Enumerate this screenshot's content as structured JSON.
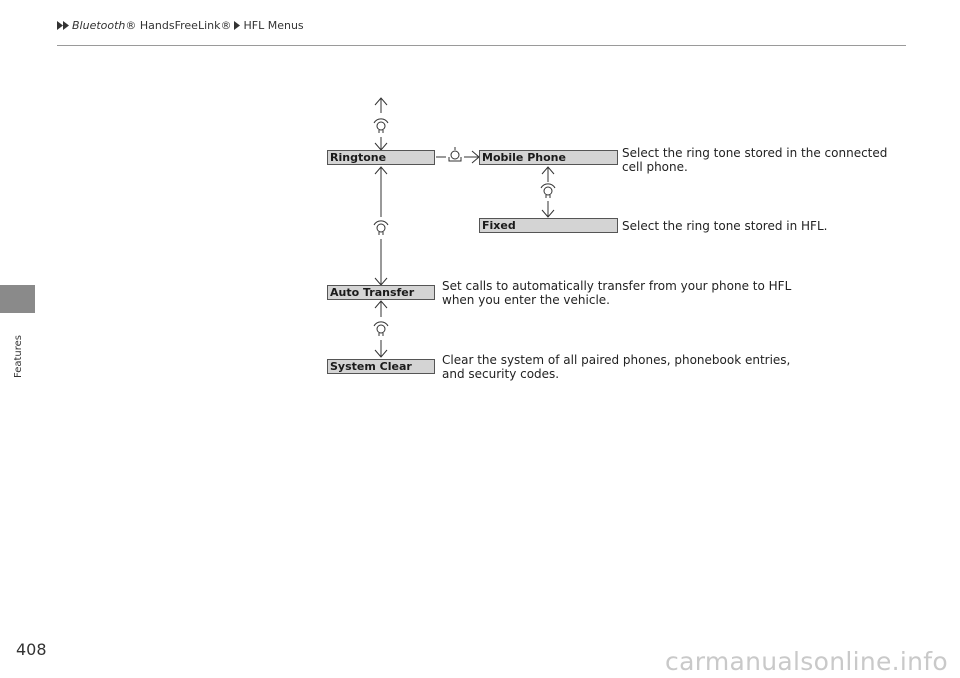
{
  "header": {
    "breadcrumb": [
      {
        "text": "Bluetooth",
        "suffix": "® HandsFreeLink®",
        "italic": true
      },
      {
        "text": "HFL Menus",
        "italic": false
      }
    ]
  },
  "side_tab": {
    "label": "Features"
  },
  "page_number": "408",
  "watermark": "carmanualsonline.info",
  "diagram": {
    "menus": [
      {
        "label": "Ringtone"
      },
      {
        "label": "Mobile Phone",
        "description": "Select the ring tone stored in the connected\ncell phone."
      },
      {
        "label": "Fixed",
        "description": "Select the ring tone stored in HFL."
      },
      {
        "label": "Auto Transfer",
        "description": "Set calls to automatically transfer from your phone to HFL\nwhen you enter the vehicle."
      },
      {
        "label": "System Clear",
        "description": "Clear the system of all paired phones, phonebook entries,\nand security codes."
      }
    ],
    "icons": [
      "selector-knob-icon",
      "selector-knob-icon",
      "selector-knob-icon",
      "selector-knob-icon",
      "press-knob-icon"
    ]
  }
}
